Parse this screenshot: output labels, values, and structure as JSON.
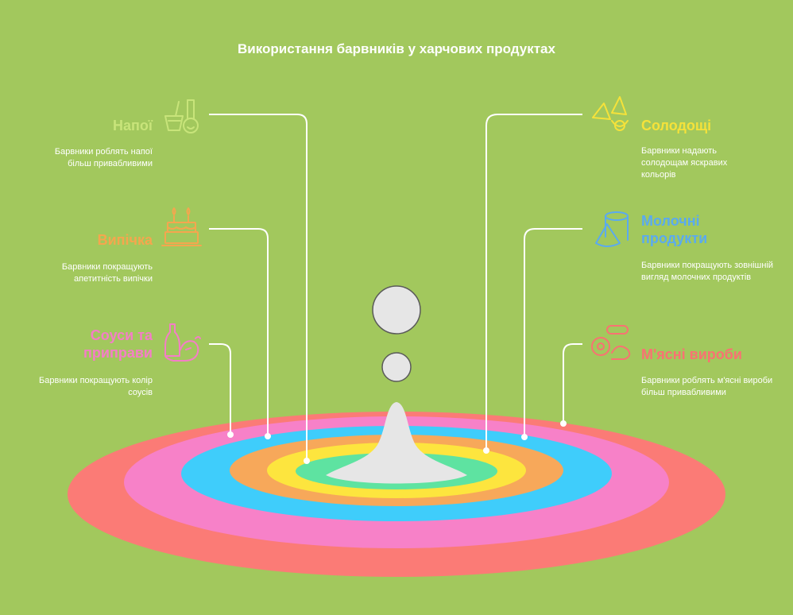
{
  "title": "Використання барвників у харчових продуктах",
  "colors": {
    "background": "#a2c85d",
    "drop": "#e6e6e6"
  },
  "items": [
    {
      "label": "Напої",
      "description": "Барвники роблять напої більш привабливими",
      "color": "#c8e47a",
      "icon": "drinks-icon"
    },
    {
      "label": "Випічка",
      "description": "Барвники покращують апетитність випічки",
      "color": "#f5a64e",
      "icon": "cake-icon"
    },
    {
      "label": "Соуси та приправи",
      "description": "Барвники покращують колір соусів",
      "color": "#f47ec6",
      "icon": "sauce-icon"
    },
    {
      "label": "Солодощі",
      "description": "Барвники надають солодощам яскравих кольорів",
      "color": "#f5e23a",
      "icon": "candy-icon"
    },
    {
      "label": "Молочні продукти",
      "description": "Барвники покращують зовнішній вигляд молочних продуктів",
      "color": "#5aaaf0",
      "icon": "dairy-icon"
    },
    {
      "label": "М'ясні вироби",
      "description": "Барвники роблять м'ясні вироби більш привабливими",
      "color": "#f97272",
      "icon": "meat-icon"
    }
  ],
  "rings": [
    "#fb7b76",
    "#f781c8",
    "#3fcdfb",
    "#f7a85a",
    "#fde53e",
    "#5ee3a1"
  ]
}
